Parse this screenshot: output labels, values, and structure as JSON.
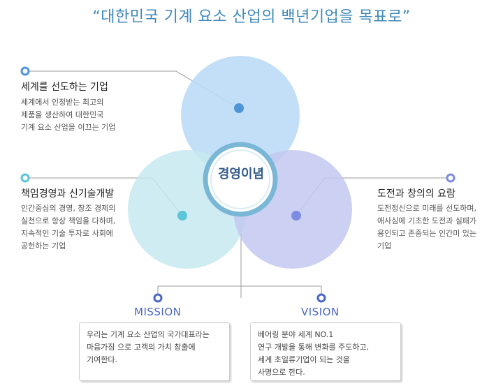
{
  "title": "“대한민국 기계 요소 산업의 백년기업을 목표로”",
  "center": {
    "label": "경영이념"
  },
  "items": [
    {
      "title": "세계를 선도하는 기업",
      "desc": [
        "세계에서 인정받는 최고의",
        "제품을 생산하여 대한민국",
        "기계 요소 산업을 이끄는 기업"
      ]
    },
    {
      "title": "책임경영과 신기술개발",
      "desc": [
        "인간중심의 경영, 창조 경제의",
        "실천으로 항상 책임을 다하며,",
        "지속적인 기술 투자로 사회에",
        "공헌하는 기업"
      ]
    },
    {
      "title": "도전과 창의의 요람",
      "desc": [
        "도전정신으로 미래를 선도하며,",
        "애사심에 기초한 도전과 실패가",
        "용인되고 존중되는 인간미 있는",
        "기업"
      ]
    }
  ],
  "mission": {
    "label": "MISSION",
    "lines": [
      "우리는 기계 요소 산업의 국가대표라는",
      "마음가짐 으로 고객의 가치 창출에",
      "기여한다."
    ]
  },
  "vision": {
    "label": "VISION",
    "lines": [
      "베어링 분야 세계 NO.1",
      "연구 개발을 통해 변화를 주도하고,",
      "세계 초일류기업이 되는 것을",
      "사명으로 한다."
    ]
  },
  "colors": {
    "title": "#3f88b8",
    "circle_top": "#bcdcf6",
    "circle_left": "#c6e9ef",
    "circle_right": "#c3c8f0",
    "dot_top": "#4d95d6",
    "dot_left": "#5cc6d8",
    "dot_right": "#7d8ce0",
    "accent": "#4a66c4"
  }
}
